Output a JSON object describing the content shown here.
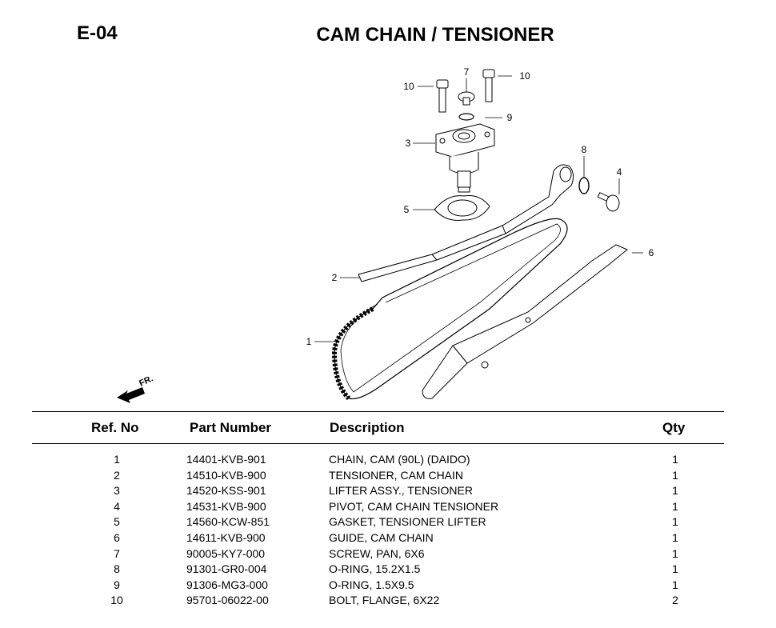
{
  "page": {
    "code": "E-04",
    "title": "CAM CHAIN / TENSIONER"
  },
  "diagram": {
    "callouts": [
      "1",
      "2",
      "3",
      "4",
      "5",
      "6",
      "7",
      "8",
      "9",
      "10",
      "10"
    ],
    "front_marker": "FR."
  },
  "table": {
    "headers": {
      "ref": "Ref. No",
      "part_number": "Part Number",
      "description": "Description",
      "qty": "Qty"
    },
    "rows": [
      {
        "ref": "1",
        "part_number": "14401-KVB-901",
        "description": "CHAIN, CAM (90L) (DAIDO)",
        "qty": "1"
      },
      {
        "ref": "2",
        "part_number": "14510-KVB-900",
        "description": "TENSIONER, CAM CHAIN",
        "qty": "1"
      },
      {
        "ref": "3",
        "part_number": "14520-KSS-901",
        "description": "LIFTER ASSY., TENSIONER",
        "qty": "1"
      },
      {
        "ref": "4",
        "part_number": "14531-KVB-900",
        "description": "PIVOT, CAM CHAIN TENSIONER",
        "qty": "1"
      },
      {
        "ref": "5",
        "part_number": "14560-KCW-851",
        "description": "GASKET, TENSIONER LIFTER",
        "qty": "1"
      },
      {
        "ref": "6",
        "part_number": "14611-KVB-900",
        "description": "GUIDE, CAM CHAIN",
        "qty": "1"
      },
      {
        "ref": "7",
        "part_number": "90005-KY7-000",
        "description": "SCREW, PAN, 6X6",
        "qty": "1"
      },
      {
        "ref": "8",
        "part_number": "91301-GR0-004",
        "description": "O-RING, 15.2X1.5",
        "qty": "1"
      },
      {
        "ref": "9",
        "part_number": "91306-MG3-000",
        "description": "O-RING, 1.5X9.5",
        "qty": "1"
      },
      {
        "ref": "10",
        "part_number": "95701-06022-00",
        "description": "BOLT, FLANGE, 6X22",
        "qty": "2"
      }
    ]
  }
}
